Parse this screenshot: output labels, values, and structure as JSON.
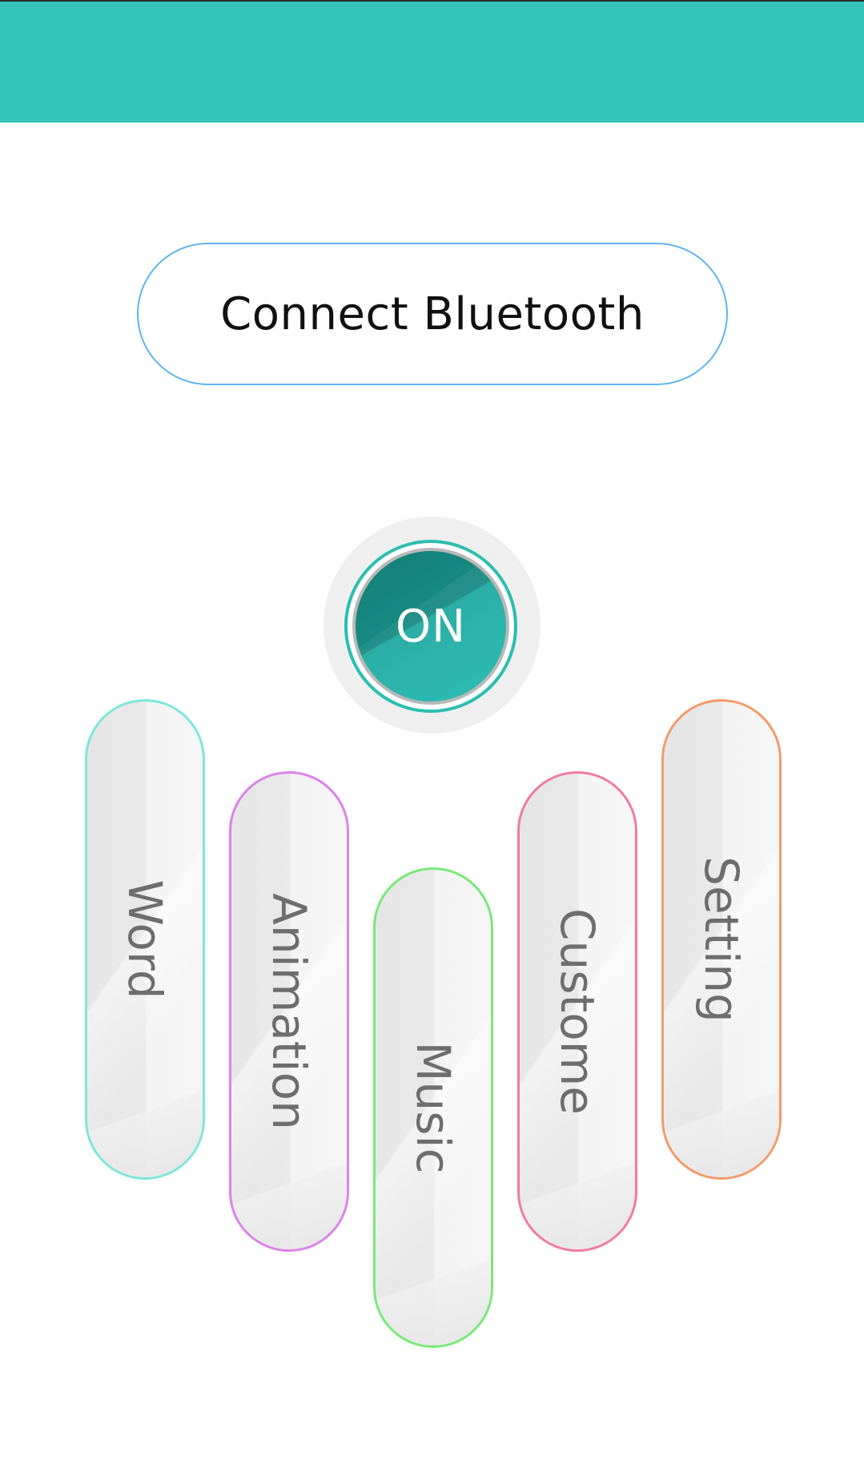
{
  "header": {
    "color": "#35c4b9"
  },
  "connect": {
    "label": "Connect Bluetooth"
  },
  "power": {
    "label": "ON",
    "icon": "power-toggle"
  },
  "modes": [
    {
      "label": "Word",
      "border_color": "#7de6dc"
    },
    {
      "label": "Animation",
      "border_color": "#dc82ea"
    },
    {
      "label": "Music",
      "border_color": "#77ea77"
    },
    {
      "label": "Custome",
      "border_color": "#f07aa4"
    },
    {
      "label": "Setting",
      "border_color": "#f39b6a"
    }
  ]
}
